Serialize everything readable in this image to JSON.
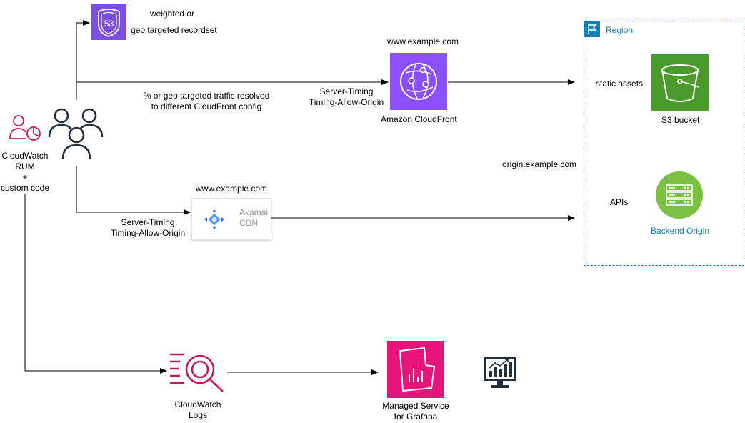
{
  "route53": {
    "label_line1": "weighted or",
    "label_line2": "geo targeted recordset",
    "badge": "53"
  },
  "cloudfront": {
    "domain": "www.example.com",
    "name": "Amazon CloudFront"
  },
  "traffic_note": {
    "line1": "% or geo targeted traffic resolved",
    "line2": "to different CloudFront config"
  },
  "cf_headers": {
    "line1": "Server-Timing",
    "line2": "Timing-Allow-Origin"
  },
  "akamai": {
    "domain": "www.example.com",
    "line1": "Akamai",
    "line2": "CDN"
  },
  "akamai_headers": {
    "line1": "Server-Timing",
    "line2": "Timing-Allow-Origin"
  },
  "rum": {
    "line1": "CloudWatch",
    "line2": "RUM",
    "line3": "+",
    "line4": "custom code"
  },
  "region": {
    "label": "Region"
  },
  "static_assets": "static assets",
  "s3": {
    "name": "S3 bucket"
  },
  "origin_domain": "origin.example.com",
  "apis": "APIs",
  "backend": {
    "name": "Backend Origin"
  },
  "cw_logs": {
    "line1": "CloudWatch",
    "line2": "Logs"
  },
  "grafana": {
    "line1": "Managed Service",
    "line2": "for Grafana"
  },
  "colors": {
    "route53": "#7b4ee0",
    "cloudfront": "#8c4fff",
    "s3": "#4a9a2c",
    "backend": "#7ac143",
    "cloudwatch": "#c7175a",
    "grafana": "#e7157b",
    "region": "#147eba"
  }
}
